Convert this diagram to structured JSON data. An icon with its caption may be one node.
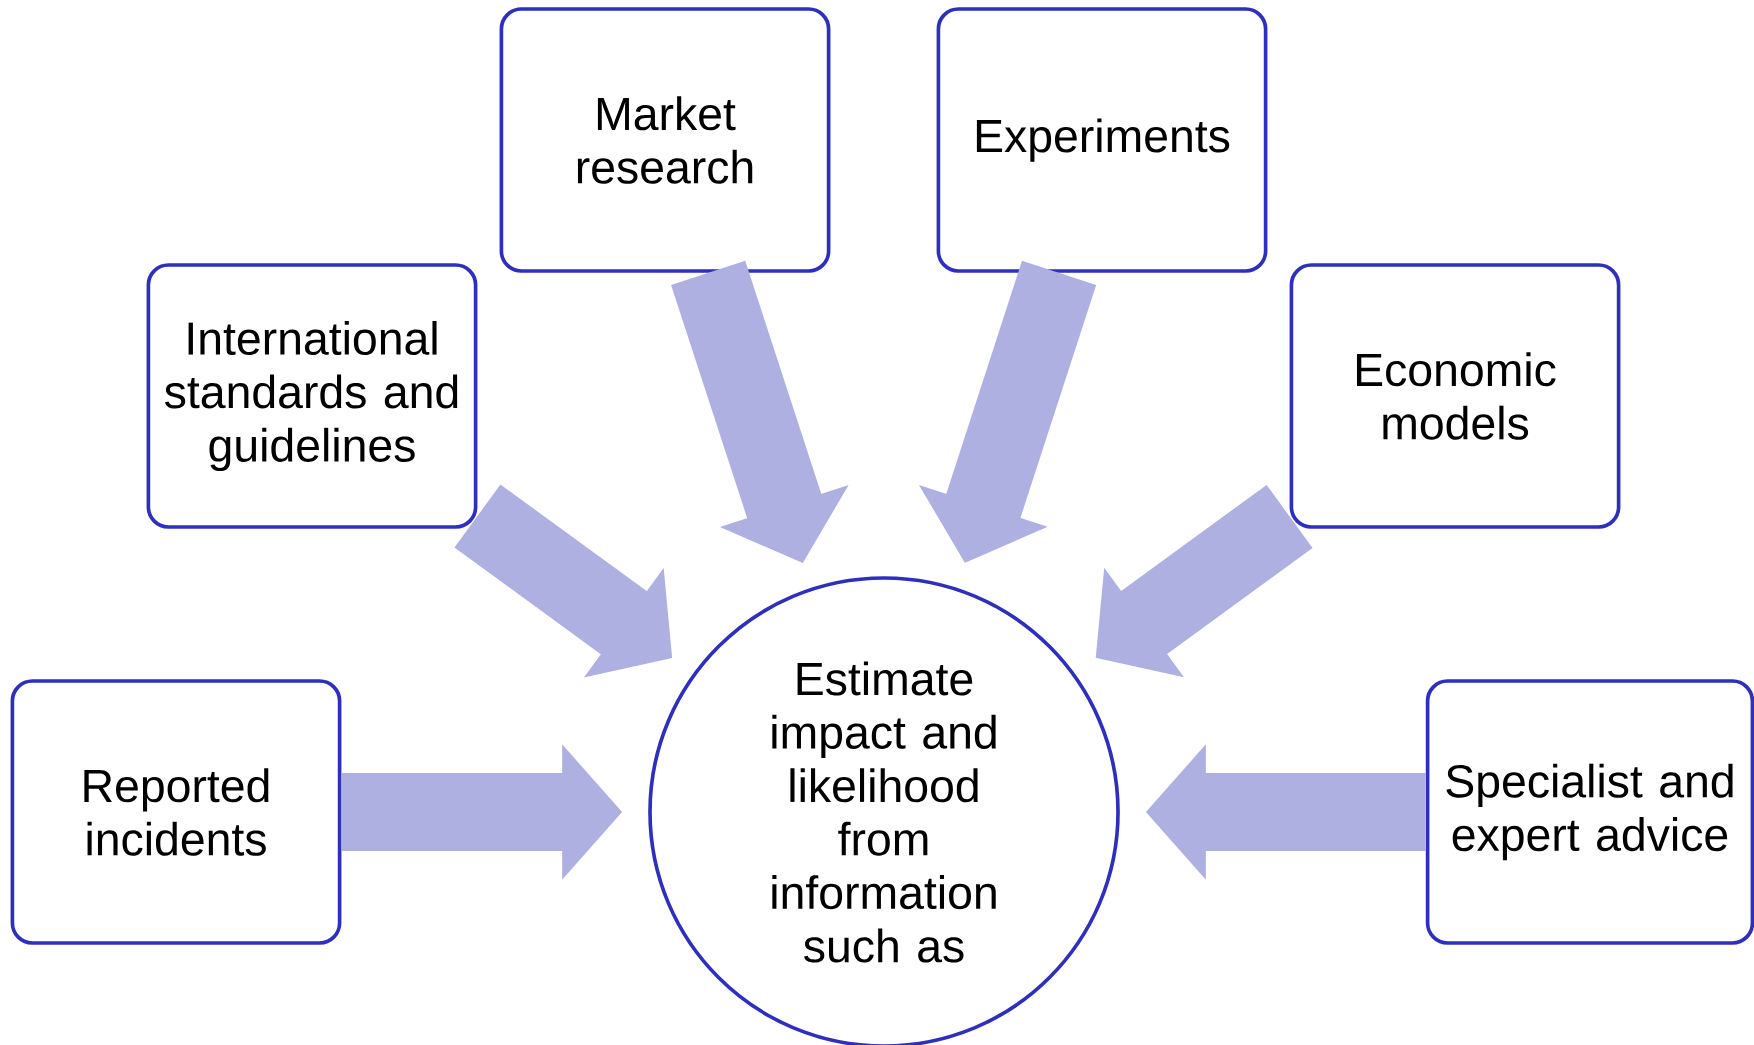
{
  "diagram": {
    "nodes": [
      {
        "text": [
          "Market research"
        ]
      },
      {
        "text": [
          "Experiments"
        ]
      },
      {
        "text": [
          "International standards and guidelines"
        ]
      },
      {
        "text": [
          "Economic models"
        ]
      },
      {
        "text": [
          "Reported incidents"
        ]
      },
      {
        "text": [
          "Estimate impact and likelihood from information such as"
        ]
      },
      {
        "text": [
          "Specialist and expert advice"
        ]
      }
    ],
    "edges": [
      {
        "from": 0,
        "to": 5,
        "arrow": "to"
      },
      {
        "from": 1,
        "to": 5,
        "arrow": "to"
      },
      {
        "from": 2,
        "to": 5,
        "arrow": "to"
      },
      {
        "from": 3,
        "to": 5,
        "arrow": "to"
      },
      {
        "from": 4,
        "to": 5,
        "arrow": "to"
      },
      {
        "from": 6,
        "to": 5,
        "arrow": "to"
      }
    ]
  }
}
